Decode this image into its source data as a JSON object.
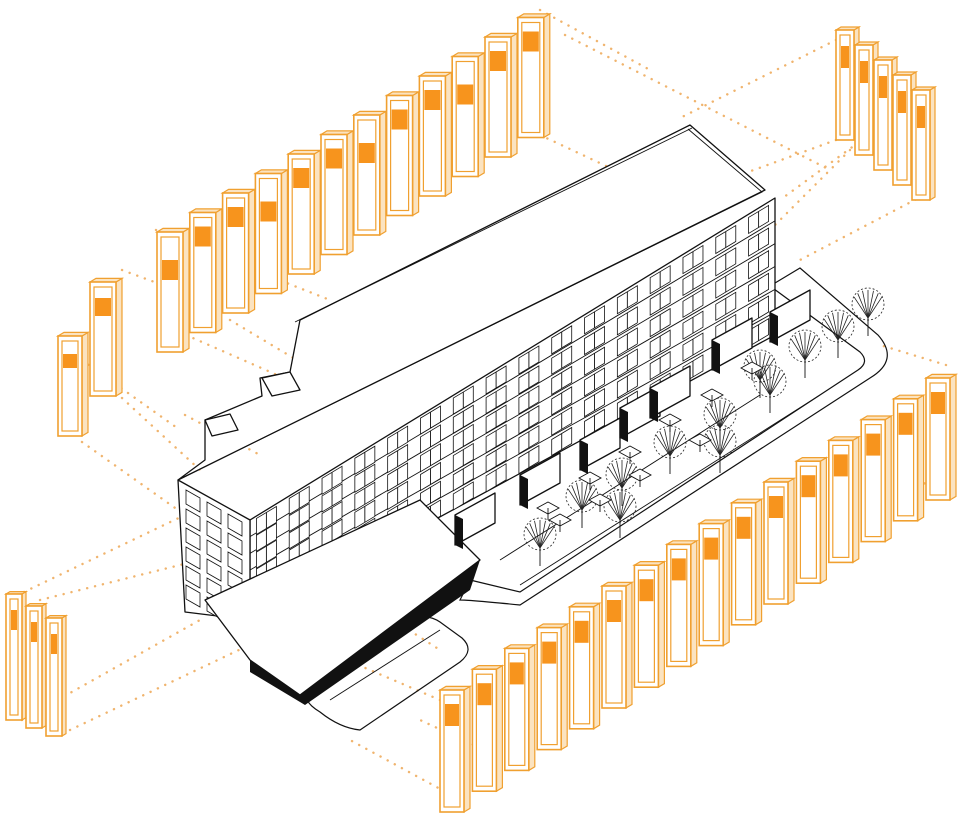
{
  "diagram": {
    "type": "exploded-isometric-facade",
    "colors": {
      "panel_outline": "#f0a030",
      "panel_fill": "#f7941d",
      "guide_dots": "#f0b46e",
      "building_line": "#111111",
      "background": "#ffffff"
    },
    "panel_groups": [
      {
        "id": "top-left-row",
        "panel_count": 12
      },
      {
        "id": "left-pair",
        "panel_count": 2
      },
      {
        "id": "top-right-cluster",
        "panel_count": 5
      },
      {
        "id": "bottom-left-cluster",
        "panel_count": 3
      },
      {
        "id": "bottom-right-row",
        "panel_count": 16
      }
    ],
    "building": {
      "floors": 6,
      "facade_bays": 16
    },
    "site": {
      "trees": 12,
      "umbrellas": 10
    }
  }
}
